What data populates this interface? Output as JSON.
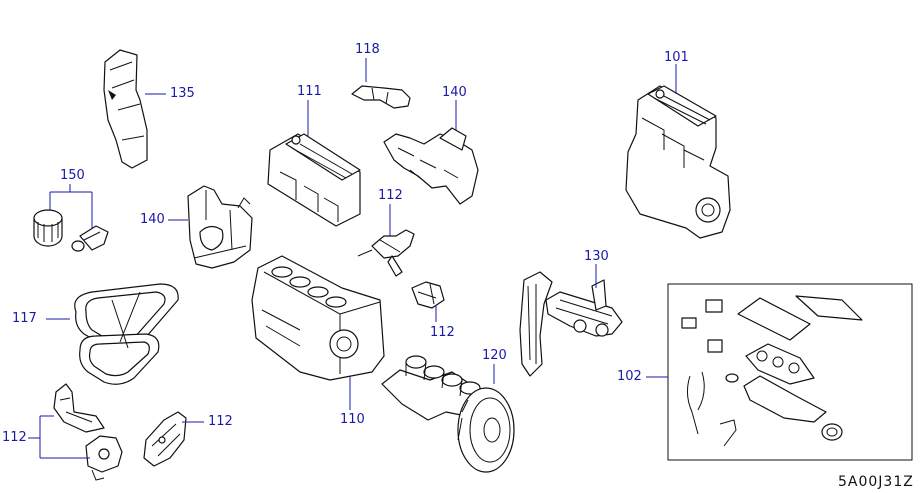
{
  "callouts": {
    "c101": "101",
    "c102": "102",
    "c110": "110",
    "c111": "111",
    "c112_manifold": "112",
    "c112_bracket": "112",
    "c112_lower_left": "112",
    "c112_lower_mid": "112",
    "c117": "117",
    "c118": "118",
    "c120": "120",
    "c130": "130",
    "c135": "135",
    "c140_manifold": "140",
    "c140_mount": "140",
    "c150": "150"
  },
  "diagram_code": "5A00J31Z",
  "colors": {
    "callout_text": "#1a1aa6",
    "line_art": "#111111",
    "background": "#ffffff"
  }
}
